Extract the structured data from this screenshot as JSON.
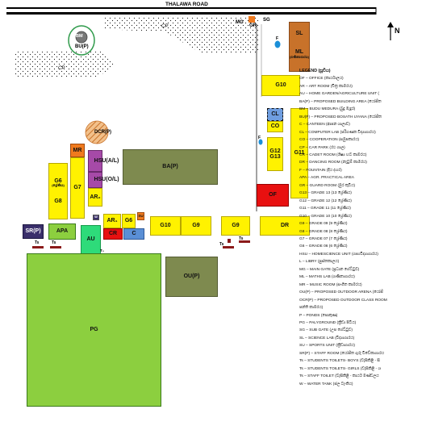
{
  "road": {
    "name": "THALAWA ROAD"
  },
  "north": {
    "label": "N"
  },
  "buildings": {
    "bm": "BM",
    "bu_p": "BU(P)",
    "cp": "CP",
    "cp2": "CP",
    "mg": "MG",
    "gr": "GR",
    "sg": "SG",
    "f1": "F",
    "f2": "F",
    "sl": "SL",
    "ml": "ML",
    "ml_sub": "(ගණිතාගාරය)",
    "g10_top": "G10",
    "cl": "CL",
    "co": "CO",
    "g12": "G12",
    "g13": "G13",
    "g11": "G11",
    "of": "OF",
    "dcr_p": "DCR(P)",
    "mr": "MR",
    "hsu_al": "HSU(A/L)",
    "hsu_ol": "HSU(O/L)",
    "g6": "G6",
    "g6_sub": "(ශ්‍රේණිය)",
    "g8": "G8",
    "g7": "G7",
    "ar2": "AR₂",
    "ba_p": "BA(P)",
    "w": "W",
    "ar1": "AR₁",
    "g6b": "G6",
    "su": "SU",
    "cr": "CR",
    "c": "C",
    "g10": "G10",
    "g9a": "G9",
    "g9b": "G9",
    "dr": "DR",
    "sr_p": "SR(P)",
    "apa": "APA",
    "au": "AU",
    "ts1": "Ts",
    "ts2": "Ts",
    "ts3": "Ts",
    "ts4": "Ts",
    "tsbig": "T₃",
    "ou_p": "OU(P)",
    "pg": "PG"
  },
  "legend": {
    "title": "LEGEND (සූචිය)",
    "items": [
      "OF – OFFICE (කාර්යාලය)",
      "AR – ART ROOM (චිත්‍ර කාමරය)",
      "AU – HOME GARDEN/AGRICULTURE UNIT (",
      "BA(P) – PROPOSED BUILDING AREA (යෝජිත",
      "BM – BUDU MEDURA (බුදු මැදුර)",
      "BU(P) – PROPOSED BOSATH UYANA (යෝජිත",
      "C – CANTEEN (ආපන ශාලාව)",
      "CL – COMPUTER LAB (පරිගණක විද්‍යාගාරය)",
      "CO – COOPERATION (සමුපකාරය)",
      "CP – CAR PARK (රථ ගාල)",
      "CR – CADET ROOM (ශිෂ්‍ය භට කාමරය)",
      "DR – DANCING ROOM (නැටුම් කාමරය)",
      "F – FOUNTAIN (දිය දහර)",
      "APA – AGR. PRACTICAL AREA",
      "GR – GUARD ROOM (මුර කුටිය)",
      "G13 – GRADE 13 (13 ශ්‍රේණිය)",
      "G12 – GRADE 12 (12 ශ්‍රේණිය)",
      "G11 – GRADE 11 (11 ශ්‍රේණිය)",
      "G10 – GRADE 10 (10 ශ්‍රේණිය)",
      "G9 – GRADE 09 (9 ශ්‍රේණිය)",
      "G8 – GRADE 08 (8 ශ්‍රේණිය)",
      "G7 – GRADE 07 (7 ශ්‍රේණිය)",
      "G6 – GRADE 06 (6 ශ්‍රේණිය)",
      "HSU – HOMESCIENCE UNIT (ගෘහවිද්‍යාගාරය)",
      "L – LIBRY (පුස්තකාලය)",
      "MG – MAIN GATE (ප්‍රධාන ගේට්ටුව)",
      "ML – MATHS LAB (ගණිතාගාරය)",
      "MR – MUSIC ROOM (සංගීත කාමරය)",
      "OU(P) – PROPOSED OUTDOOR ARENA (යෝජි",
      "OCR(P) – PROPOSED OUTDOOR CLASS ROOM",
      "පන්ති කාමරය)",
      "P – PONDS (පොකුණ)",
      "PG – PALYGROUND (ක්‍රීඩා පිටිය)",
      "SG – SUB GATE (උප ගේට්ටුව)",
      "SL – SCIENCE LAB (විද්‍යාගාරය)",
      "SU – SPORTS UNIT (ක්‍රීඩාගාරය)",
      "SR(P) – STAFF ROOM (යෝජිත ගුරු විවේකාගාරය",
      "Ts – STUDENTS TOILETS- BOYS (වැසිකිළි - සි",
      "Ts – STUDENTS TOILETS- GIRLS (වැසිකිළි - ශ",
      "Ts – STAFF TOILET (වැසිකිළි - කාර්ය මණ්ඩලය",
      "W – WATER TANK (ජල ටැංකිය)"
    ]
  },
  "colors": {
    "yellow": "#fff200",
    "green": "#8ccf3f",
    "olive": "#7e8a4f",
    "red": "#e81010",
    "orange": "#f07a1e",
    "brown": "#c8722a",
    "purple": "#a64aa8",
    "blue": "#5a8fd6",
    "navy": "#3a2f6b",
    "toilet": "#8b1a1a",
    "light_blue": "#9cc3e6"
  }
}
